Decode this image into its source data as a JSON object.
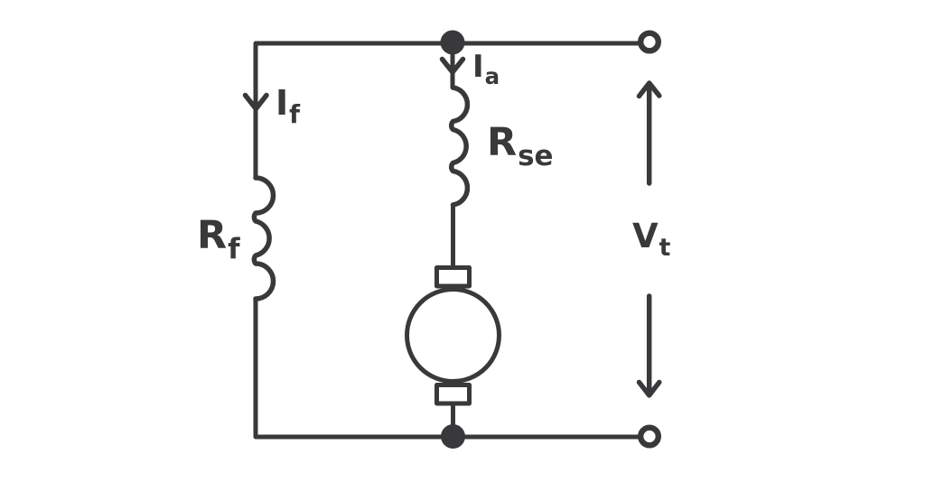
{
  "diagram_type": "dc-motor-circuit-schematic",
  "colors": {
    "ink": "#39393b",
    "background": "#ffffff"
  },
  "labels": {
    "field_current": {
      "main": "I",
      "sub": "f"
    },
    "armature_current": {
      "main": "I",
      "sub": "a"
    },
    "shunt_field_resistance": {
      "main": "R",
      "sub": "f"
    },
    "series_field_resistance": {
      "main": "R",
      "sub": "se"
    },
    "terminal_voltage": {
      "main": "V",
      "sub": "t"
    }
  },
  "icons": {
    "junction_dots": "filled-node-dot",
    "terminals": "open-terminal-circle",
    "machine": "dc-machine-armature-with-brushes"
  }
}
